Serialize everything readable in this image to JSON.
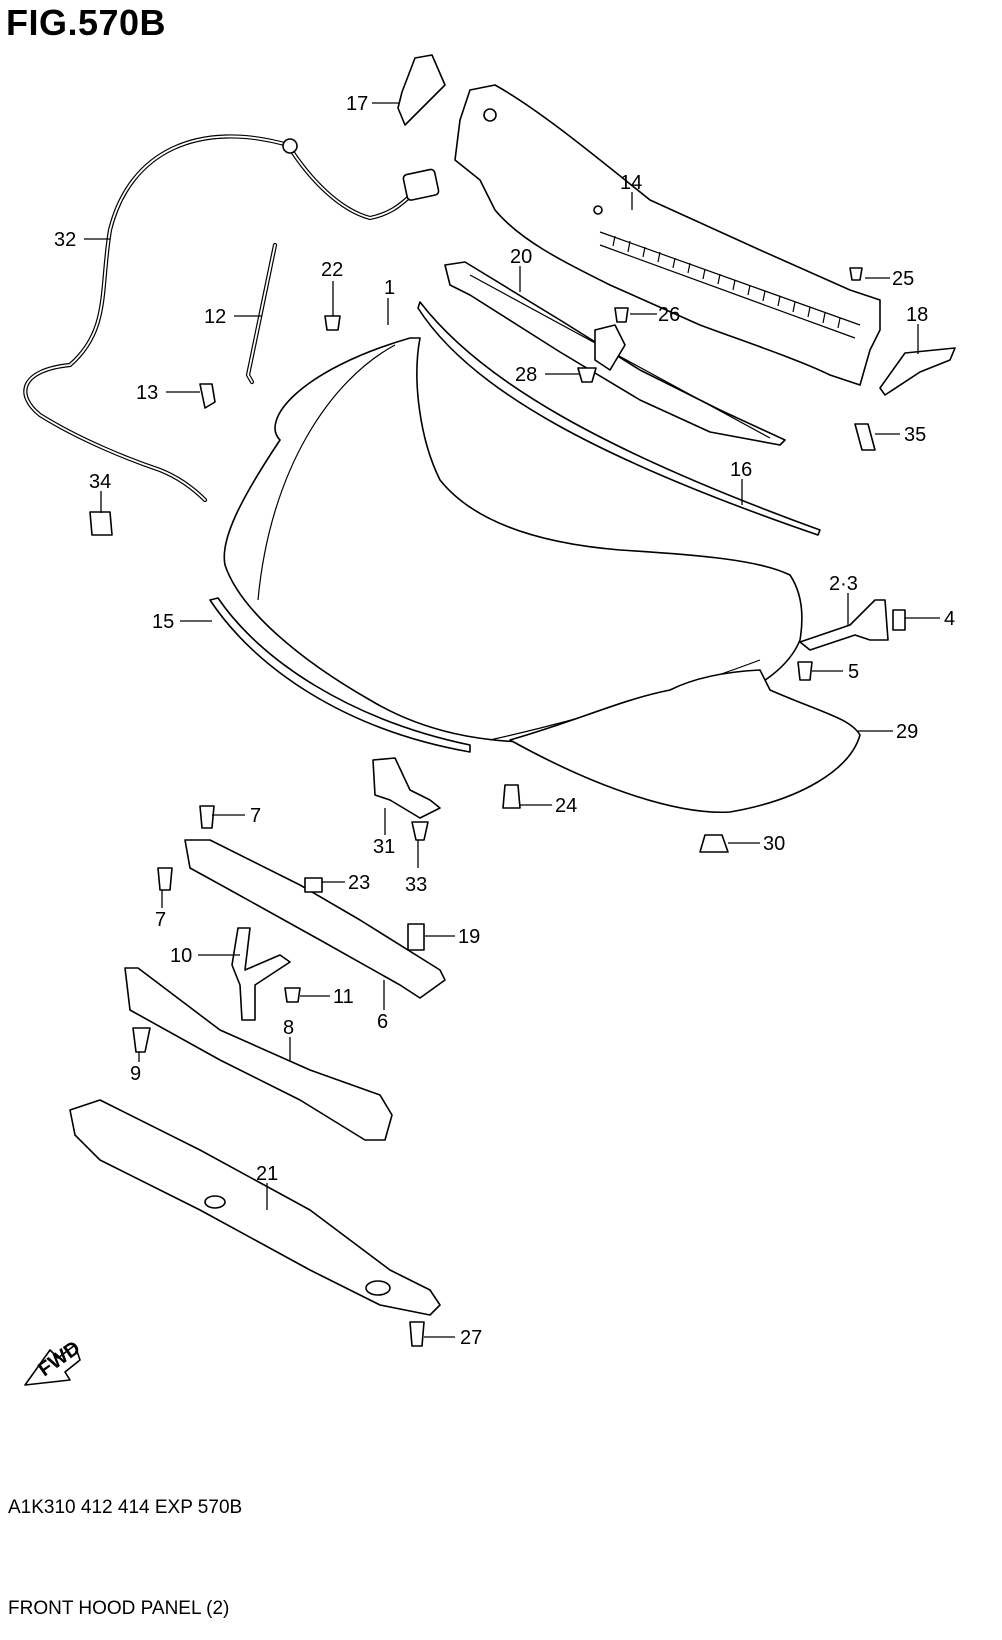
{
  "figure": {
    "title": "FIG.570B",
    "footer_code": "A1K310 412 414 EXP 570B",
    "footer_name": "FRONT HOOD PANEL (2)"
  },
  "callouts": {
    "c1": "1",
    "c23": "2·3",
    "c4": "4",
    "c5": "5",
    "c6": "6",
    "c7a": "7",
    "c7b": "7",
    "c8": "8",
    "c9": "9",
    "c10": "10",
    "c11": "11",
    "c12": "12",
    "c13": "13",
    "c14": "14",
    "c15": "15",
    "c16": "16",
    "c17": "17",
    "c18": "18",
    "c19": "19",
    "c20": "20",
    "c21": "21",
    "c22": "22",
    "c23b": "23",
    "c24": "24",
    "c25": "25",
    "c26": "26",
    "c27": "27",
    "c28": "28",
    "c29": "29",
    "c30": "30",
    "c31": "31",
    "c32": "32",
    "c33": "33",
    "c34": "34",
    "c35": "35"
  },
  "fwd_label": "FWD"
}
